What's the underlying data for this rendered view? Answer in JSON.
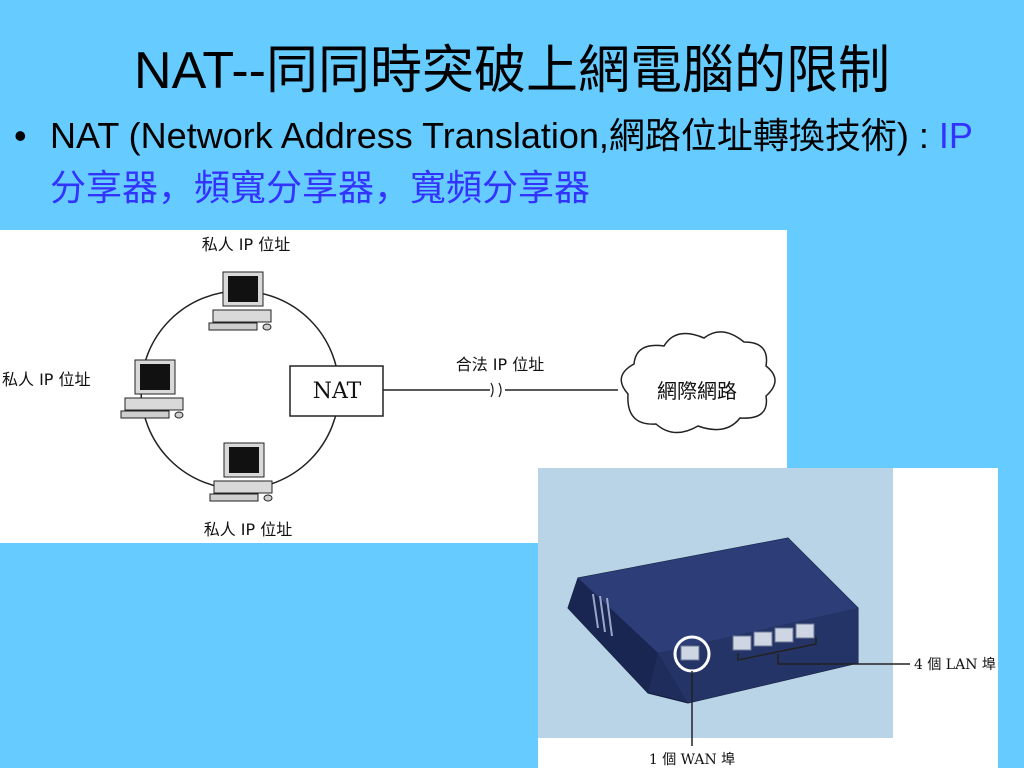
{
  "title": "NAT--同同時突破上網電腦的限制",
  "bullet": {
    "text": "NAT (Network Address Translation,網路位址轉換技術) : ",
    "accent": "IP分享器，頻寬分享器，寬頻分享器"
  },
  "diagram": {
    "private_ip_top": "私人 IP 位址",
    "private_ip_left": "私人 IP 位址",
    "private_ip_bottom": "私人 IP 位址",
    "nat_label": "NAT",
    "public_ip_label": "合法 IP 位址",
    "internet_label": "網際網路"
  },
  "router_photo": {
    "lan_label": "4 個 LAN 埠",
    "wan_label": "1 個 WAN 埠"
  }
}
